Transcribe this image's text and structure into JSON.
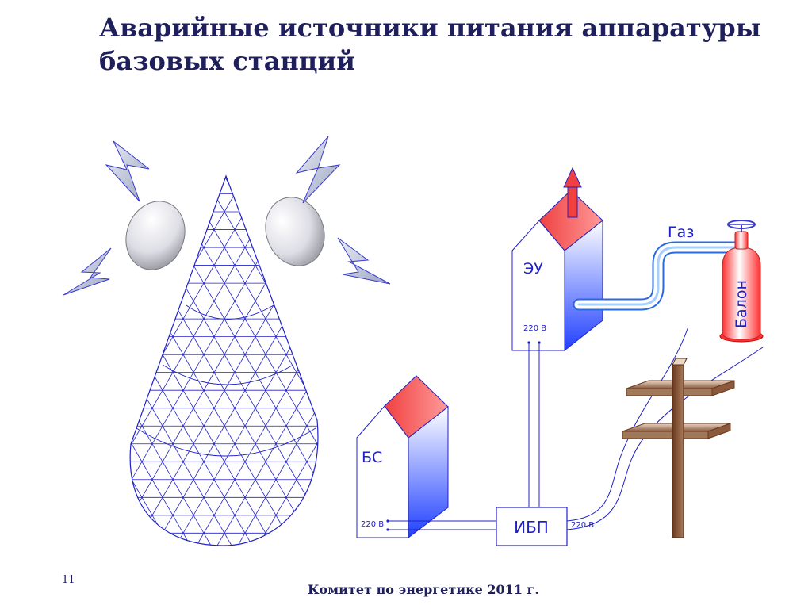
{
  "slide": {
    "title_line1": "Аварийные источники питания аппаратуры",
    "title_line2": "базовых станций",
    "page_number": "11",
    "footer": "Комитет по энергетике 2011 г."
  },
  "diagram": {
    "bs_label": "БС",
    "bs_voltage": "220 В",
    "eu_label": "ЭУ",
    "eu_voltage": "220 В",
    "ups_label": "ИБП",
    "ups_voltage": "220 В",
    "gas_label": "Газ",
    "cylinder_label": "Балон"
  },
  "colors": {
    "title": "#1f1f5c",
    "lines": "#2020c8",
    "roof": "#f04040",
    "wall_blue": "#2040ff",
    "pole": "#8b5a3c"
  }
}
